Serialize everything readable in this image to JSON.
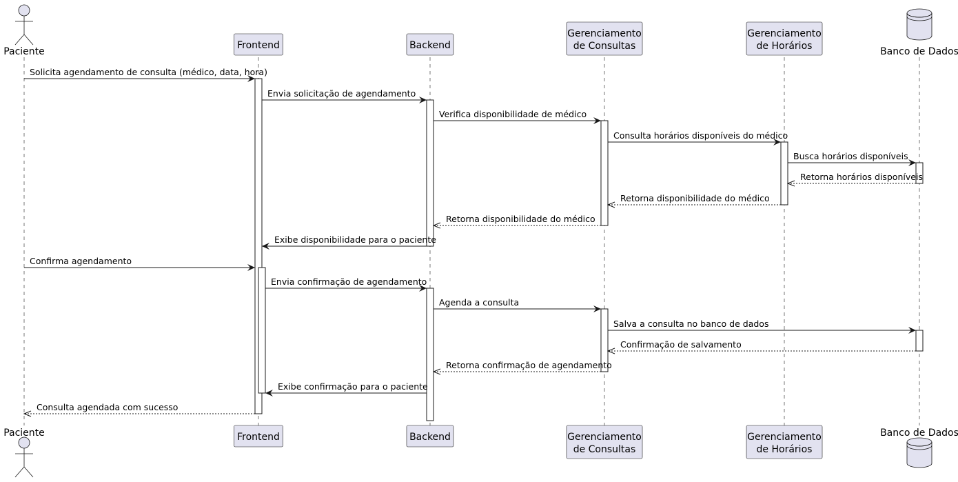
{
  "participants": [
    {
      "id": "paciente",
      "label": [
        "Paciente"
      ],
      "kind": "actor"
    },
    {
      "id": "frontend",
      "label": [
        "Frontend"
      ],
      "kind": "participant"
    },
    {
      "id": "backend",
      "label": [
        "Backend"
      ],
      "kind": "participant"
    },
    {
      "id": "consultas",
      "label": [
        "Gerenciamento",
        "de Consultas"
      ],
      "kind": "participant"
    },
    {
      "id": "horarios",
      "label": [
        "Gerenciamento",
        "de Horários"
      ],
      "kind": "participant"
    },
    {
      "id": "db",
      "label": [
        "Banco de Dados"
      ],
      "kind": "database"
    }
  ],
  "messages": [
    {
      "from": "paciente",
      "to": "frontend",
      "text": "Solicita agendamento de consulta (médico, data, hora)",
      "type": "sync"
    },
    {
      "from": "frontend",
      "to": "backend",
      "text": "Envia solicitação de agendamento",
      "type": "sync"
    },
    {
      "from": "backend",
      "to": "consultas",
      "text": "Verifica disponibilidade de médico",
      "type": "sync"
    },
    {
      "from": "consultas",
      "to": "horarios",
      "text": "Consulta horários disponíveis do médico",
      "type": "sync"
    },
    {
      "from": "horarios",
      "to": "db",
      "text": "Busca horários disponíveis",
      "type": "sync"
    },
    {
      "from": "db",
      "to": "horarios",
      "text": "Retorna horários disponíveis",
      "type": "return"
    },
    {
      "from": "horarios",
      "to": "consultas",
      "text": "Retorna disponibilidade do médico",
      "type": "return"
    },
    {
      "from": "consultas",
      "to": "backend",
      "text": "Retorna disponibilidade do médico",
      "type": "return"
    },
    {
      "from": "backend",
      "to": "frontend",
      "text": "Exibe disponibilidade para o paciente",
      "type": "sync"
    },
    {
      "from": "paciente",
      "to": "frontend",
      "text": "Confirma agendamento",
      "type": "sync"
    },
    {
      "from": "frontend",
      "to": "backend",
      "text": "Envia confirmação de agendamento",
      "type": "sync"
    },
    {
      "from": "backend",
      "to": "consultas",
      "text": "Agenda a consulta",
      "type": "sync"
    },
    {
      "from": "consultas",
      "to": "db",
      "text": "Salva a consulta no banco de dados",
      "type": "sync"
    },
    {
      "from": "db",
      "to": "consultas",
      "text": "Confirmação de salvamento",
      "type": "return"
    },
    {
      "from": "consultas",
      "to": "backend",
      "text": "Retorna confirmação de agendamento",
      "type": "return"
    },
    {
      "from": "backend",
      "to": "frontend",
      "text": "Exibe confirmação para o paciente",
      "type": "sync"
    },
    {
      "from": "frontend",
      "to": "paciente",
      "text": "Consulta agendada com sucesso",
      "type": "return"
    }
  ]
}
